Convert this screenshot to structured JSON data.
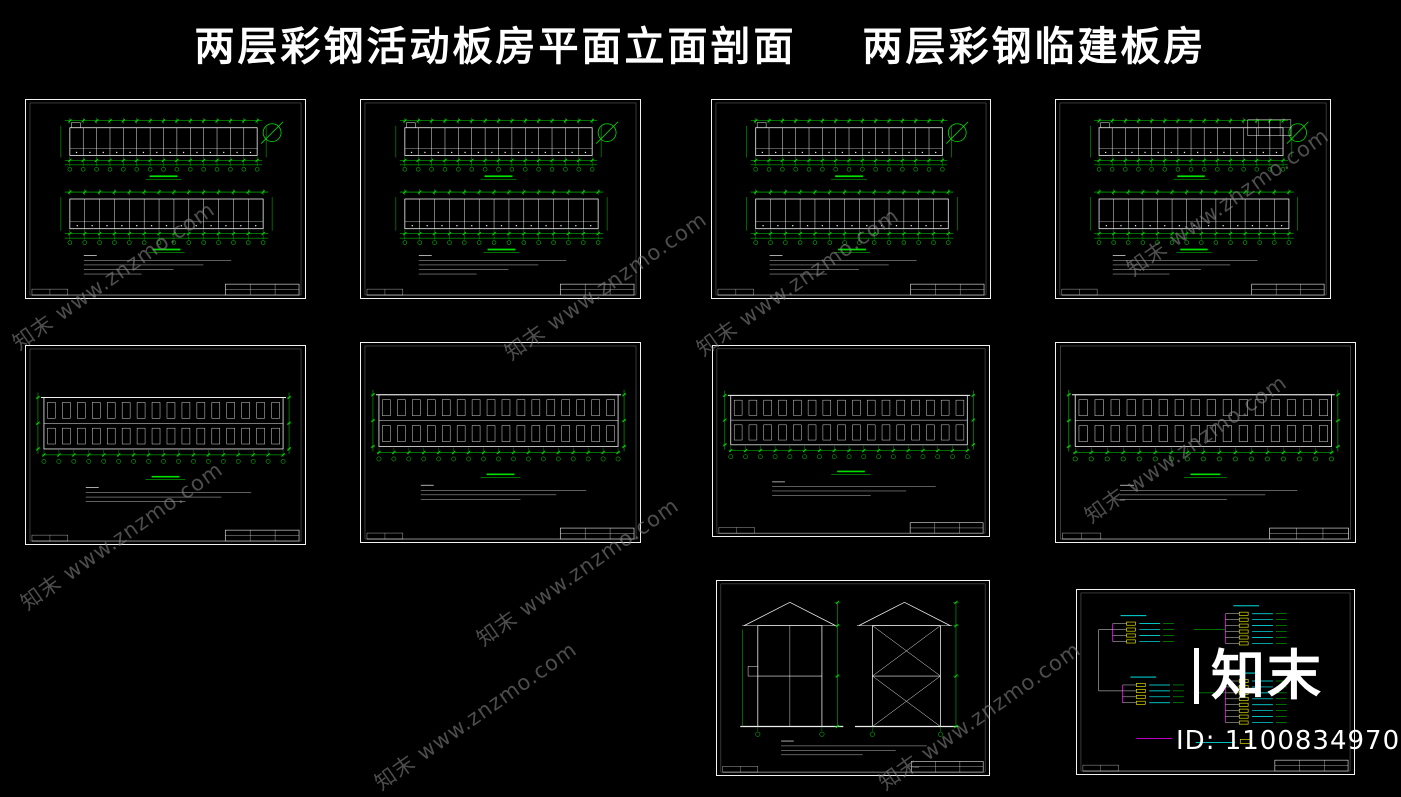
{
  "page": {
    "title_left": "两层彩钢活动板房平面立面剖面",
    "title_right": "两层彩钢临建板房",
    "watermark_text": "知末 www.znzmo.com",
    "logo_text": "知末",
    "id_text": "ID: 1100834970"
  },
  "colors": {
    "background": "#000000",
    "sheet_border": "#f2f2f2",
    "drawing_line": "#efefef",
    "note_gray": "#c0c0c0",
    "dimension_green": "#00e000",
    "electrical_yellow": "#ffff00",
    "electrical_cyan": "#00ffff",
    "electrical_magenta": "#ff00ff",
    "watermark_gray": "#8c8c8c"
  }
}
